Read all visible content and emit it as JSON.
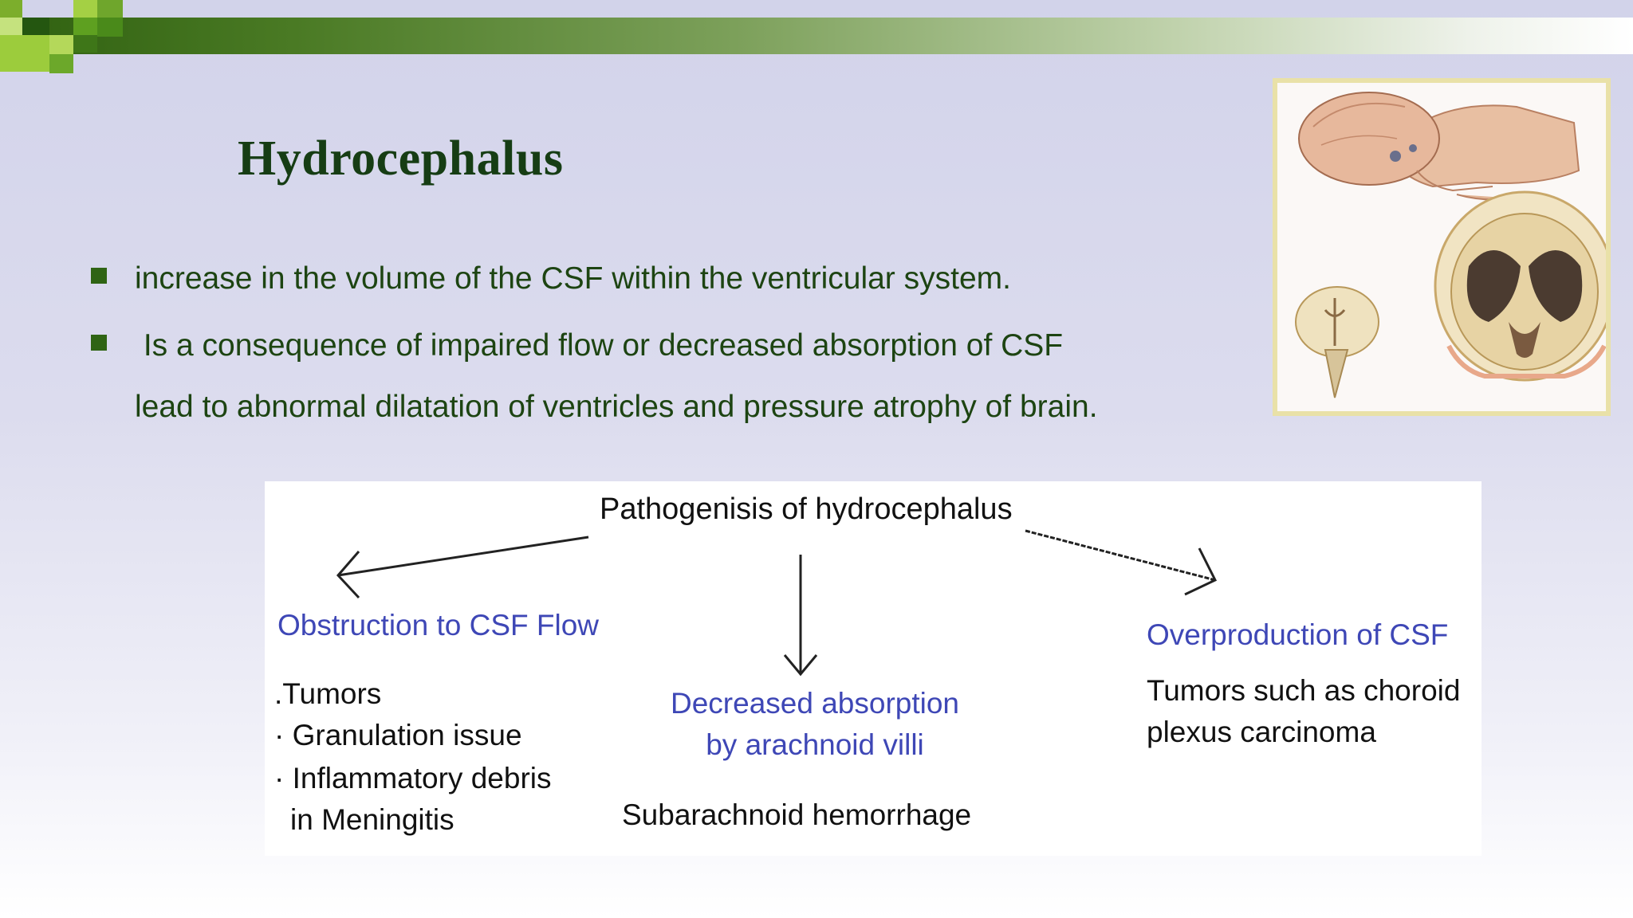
{
  "slide": {
    "title": "Hydrocephalus",
    "bullets": [
      {
        "lines": [
          "increase in the volume of the CSF within the ventricular system."
        ]
      },
      {
        "lines": [
          " Is a consequence of impaired flow or decreased absorption of CSF",
          "lead to abnormal dilatation of ventricles and pressure atrophy of brain."
        ]
      }
    ],
    "colors": {
      "title": "#163d14",
      "bullet_text": "#1d4412",
      "bullet_marker": "#2f6414",
      "diagram_heading_blue": "#3e47b6"
    }
  },
  "diagram": {
    "title": "Pathogenisis of hydrocephalus",
    "left": {
      "heading": "Obstruction to CSF Flow",
      "items": [
        ".Tumors",
        "· Granulation issue",
        "· Inflammatory debris",
        "in Meningitis"
      ]
    },
    "center": {
      "heading": [
        "Decreased absorption",
        "by arachnoid villi"
      ],
      "detail": "Subarachnoid hemorrhage"
    },
    "right": {
      "heading": "Overproduction of CSF",
      "detail": [
        "Tumors such as choroid",
        "plexus carcinoma"
      ]
    }
  }
}
